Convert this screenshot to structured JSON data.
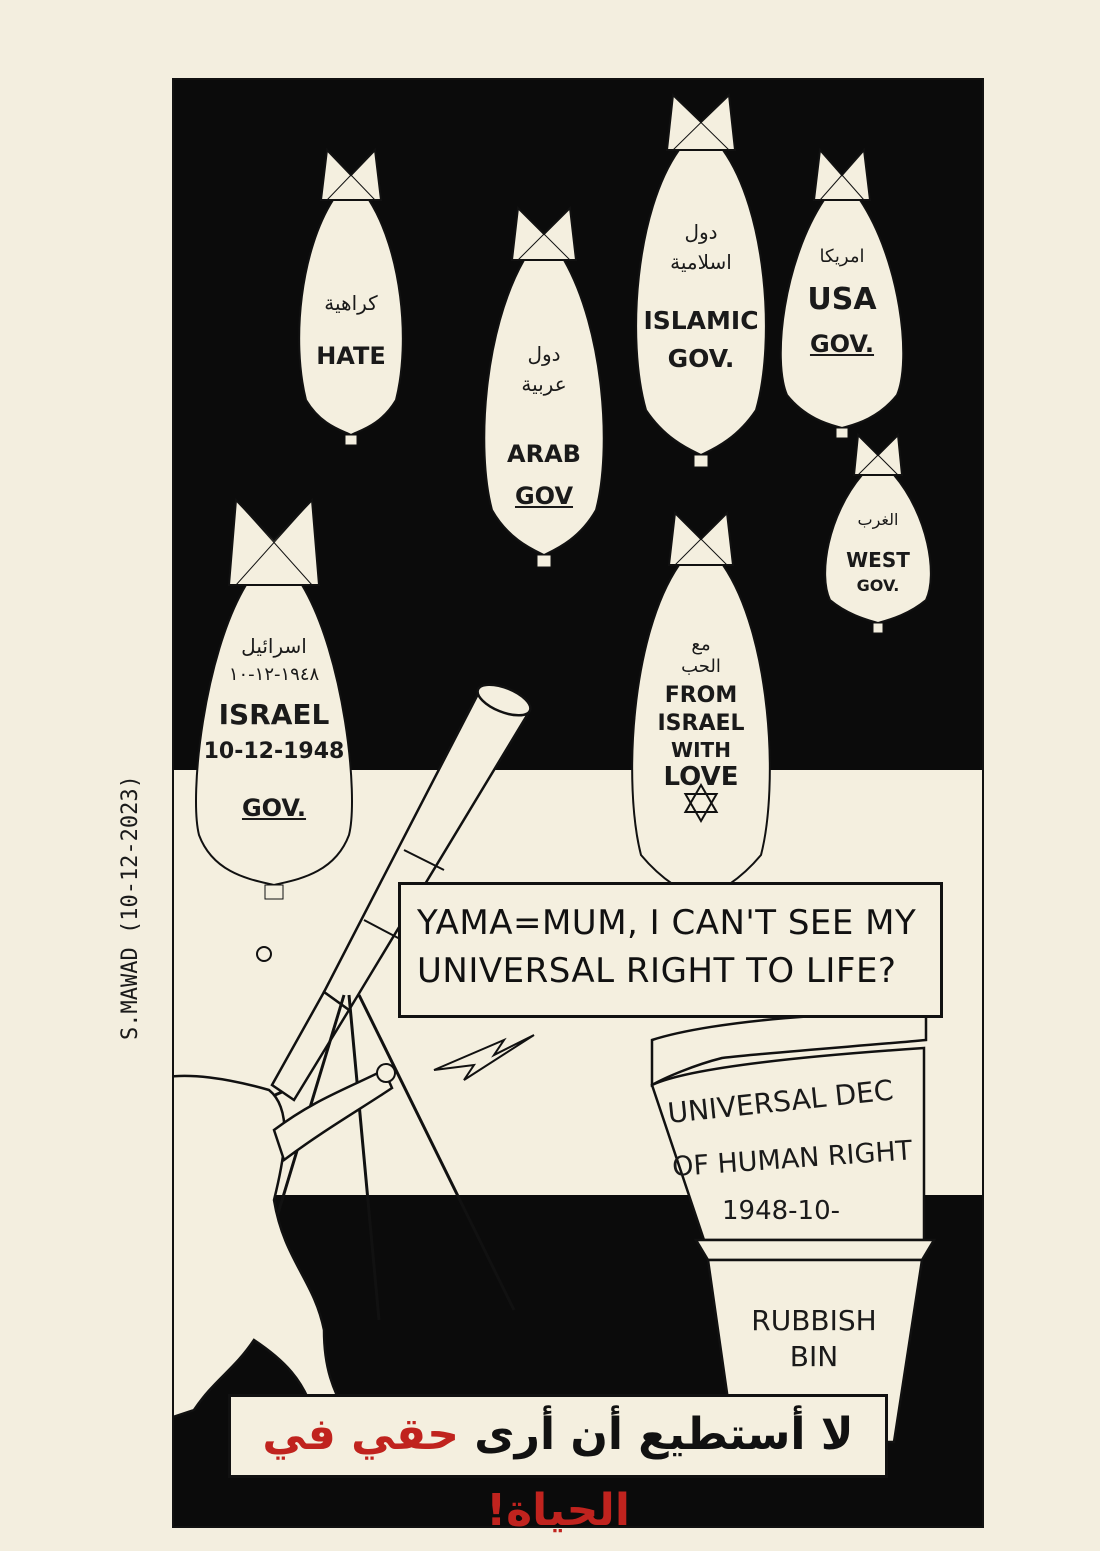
{
  "bombs": [
    {
      "id": "hate",
      "arabic": "كراهية",
      "label_lines": [
        "HATE"
      ]
    },
    {
      "id": "arab",
      "arabic_lines": [
        "دول",
        "عربية"
      ],
      "label_lines": [
        "ARAB",
        "GOV"
      ]
    },
    {
      "id": "islamic",
      "arabic_lines": [
        "دول",
        "اسلامية"
      ],
      "label_lines": [
        "ISLAMIC",
        "GOV."
      ]
    },
    {
      "id": "usa",
      "arabic": "امريكا",
      "label_lines": [
        "USA",
        "GOV."
      ]
    },
    {
      "id": "west",
      "arabic": "الغرب",
      "label_lines": [
        "WEST",
        "GOV."
      ]
    },
    {
      "id": "israel",
      "arabic_lines": [
        "اسرائيل",
        "١٩٤٨-١٢-١٠"
      ],
      "label_lines": [
        "ISRAEL",
        "10-12-1948",
        "GOV."
      ]
    },
    {
      "id": "love",
      "arabic_lines": [
        "مع",
        "الحب"
      ],
      "label_lines": [
        "FROM",
        "ISRAEL",
        "WITH",
        "LOVE"
      ]
    }
  ],
  "signature": "S.MAWAD (10-12-2023)",
  "speech_bubble": {
    "lines": [
      "YAMA=MUM, I CAN'T SEE MY",
      "UNIVERSAL RIGHT TO LIFE?"
    ]
  },
  "document_scroll": {
    "lines": [
      "UNIVERSAL DEC",
      "OF HUMAN RIGHT",
      "1948-10-"
    ]
  },
  "bin": {
    "lines": [
      "RUBBISH",
      "BIN"
    ]
  },
  "caption": {
    "part1": "لا أستطيع أن أرى ",
    "part2": "حقي في الحياة",
    "part3": "!"
  },
  "colors": {
    "ink": "#111111",
    "paper": "#f4efdf",
    "accent_red": "#c0231e"
  }
}
